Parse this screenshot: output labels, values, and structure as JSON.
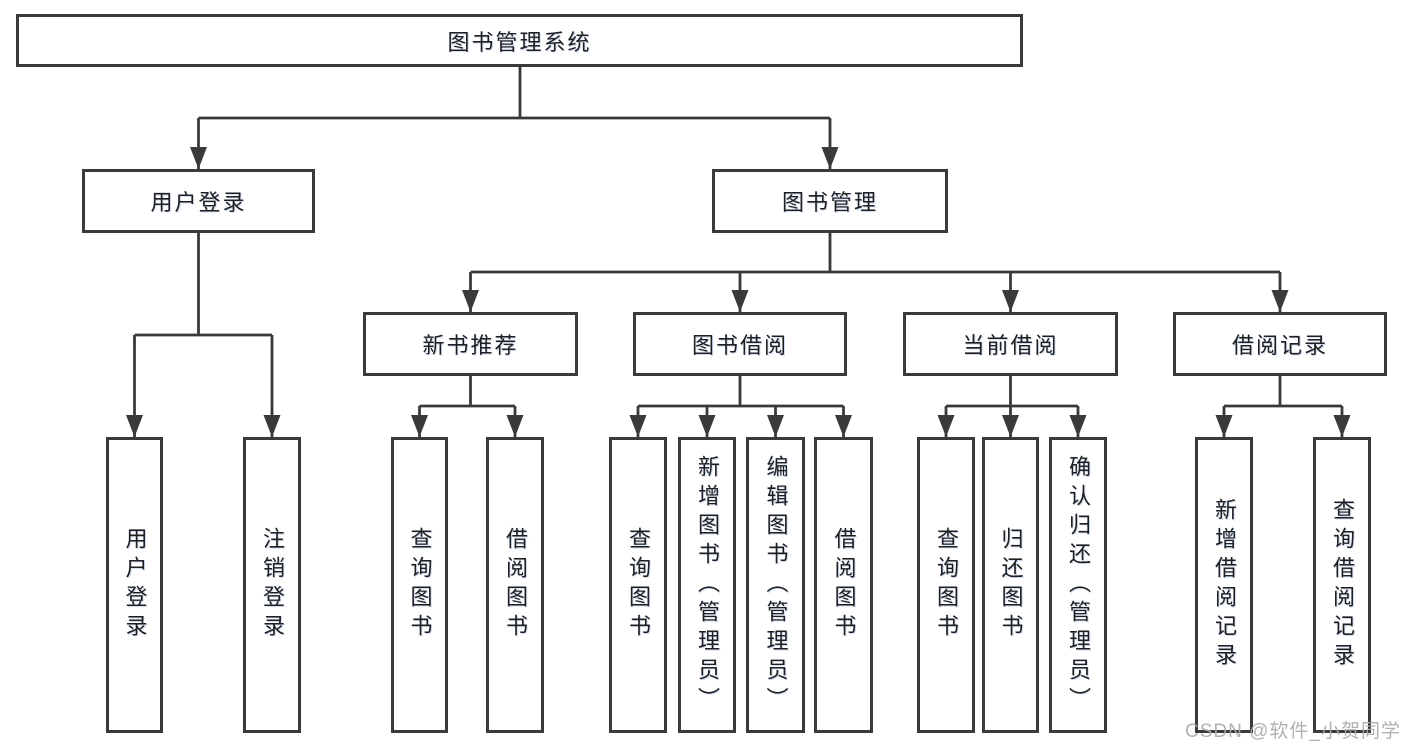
{
  "colors": {
    "line": "#3a3a3a",
    "box_border": "#3a3a3a",
    "box_fill": "#ffffff",
    "text": "#1f1f1f",
    "watermark": "#aaaaaa",
    "background": "#ffffff"
  },
  "watermark": {
    "text": "CSDN @软件_小贺同学"
  },
  "tree": {
    "root": {
      "label": "图书管理系统"
    },
    "branches": [
      {
        "label": "用户登录",
        "children": [
          {
            "label": "用户登录"
          },
          {
            "label": "注销登录"
          }
        ]
      },
      {
        "label": "图书管理",
        "children": [
          {
            "label": "新书推荐",
            "children": [
              {
                "label": "查询图书"
              },
              {
                "label": "借阅图书"
              }
            ]
          },
          {
            "label": "图书借阅",
            "children": [
              {
                "label": "查询图书"
              },
              {
                "label": "新增图书（管理员）"
              },
              {
                "label": "编辑图书（管理员）"
              },
              {
                "label": "借阅图书"
              }
            ]
          },
          {
            "label": "当前借阅",
            "children": [
              {
                "label": "查询图书"
              },
              {
                "label": "归还图书"
              },
              {
                "label": "确认归还（管理员）"
              }
            ]
          },
          {
            "label": "借阅记录",
            "children": [
              {
                "label": "新增借阅记录"
              },
              {
                "label": "查询借阅记录"
              }
            ]
          }
        ]
      }
    ]
  }
}
